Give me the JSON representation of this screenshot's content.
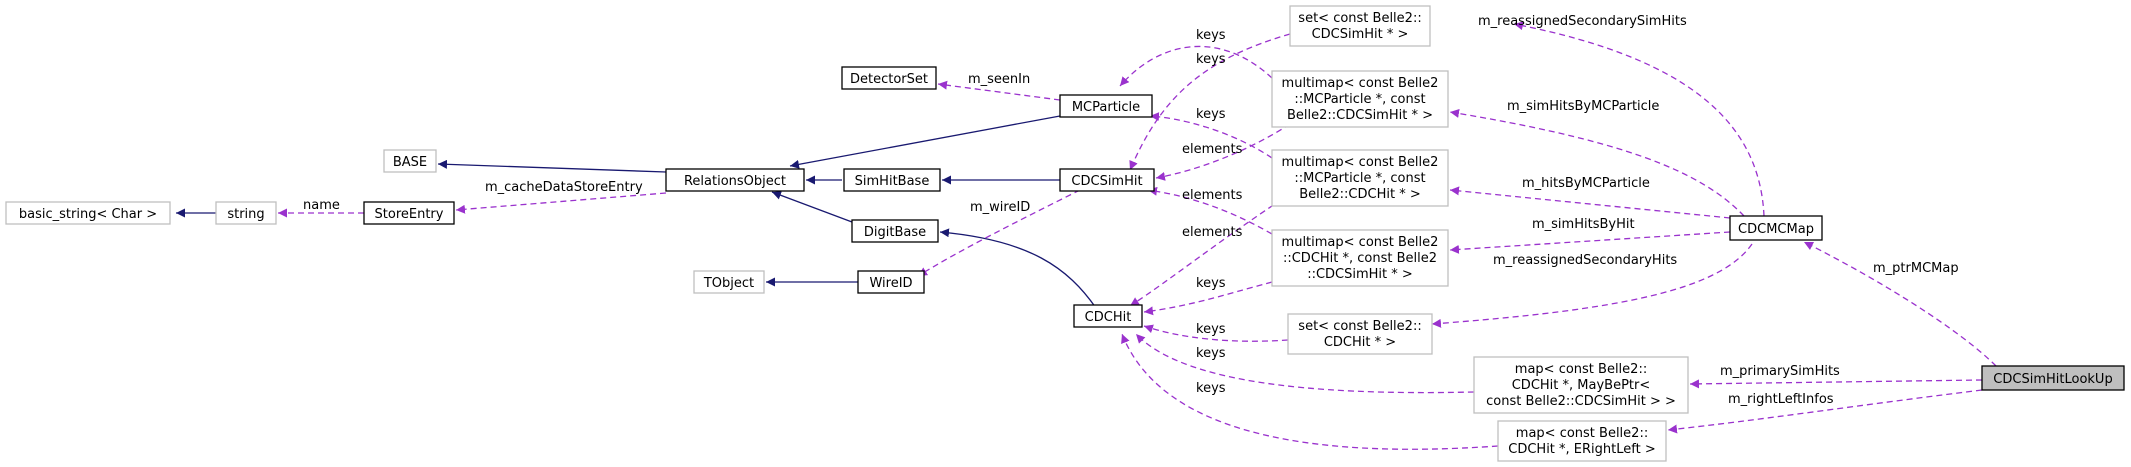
{
  "colors": {
    "inheritance": "#191970",
    "usage": "#9a32cd",
    "node_border_strong": "#000000",
    "node_border_light": "#bfbfbf",
    "highlight_fill": "#bfbfbf"
  },
  "nodes": {
    "basic_string": [
      "basic_string< Char >"
    ],
    "string": [
      "string"
    ],
    "store_entry": [
      "StoreEntry"
    ],
    "base": [
      "BASE"
    ],
    "relations_object": [
      "RelationsObject"
    ],
    "detector_set": [
      "DetectorSet"
    ],
    "mc_particle": [
      "MCParticle"
    ],
    "sim_hit_base": [
      "SimHitBase"
    ],
    "cdc_sim_hit": [
      "CDCSimHit"
    ],
    "digit_base": [
      "DigitBase"
    ],
    "tobject": [
      "TObject"
    ],
    "wire_id": [
      "WireID"
    ],
    "cdc_hit": [
      "CDCHit"
    ],
    "set_cdcsimhit": [
      "set< const Belle2::",
      "CDCSimHit * >"
    ],
    "multimap_mcp_simhit": [
      "multimap< const Belle2",
      "::MCParticle *, const",
      "Belle2::CDCSimHit * >"
    ],
    "multimap_mcp_hit": [
      "multimap< const Belle2",
      "::MCParticle *, const",
      "Belle2::CDCHit * >"
    ],
    "multimap_hit_simhit": [
      "multimap< const Belle2",
      "::CDCHit *, const Belle2",
      "::CDCSimHit * >"
    ],
    "set_cdchit": [
      "set< const Belle2::",
      "CDCHit * >"
    ],
    "map_maybeptr": [
      "map< const Belle2::",
      "CDCHit *, MayBePtr<",
      " const Belle2::CDCSimHit > >"
    ],
    "map_rightleft": [
      "map< const Belle2::",
      "CDCHit *, ERightLeft >"
    ],
    "cdc_mc_map": [
      "CDCMCMap"
    ],
    "cdc_simhit_lookup": [
      "CDCSimHitLookUp"
    ]
  },
  "edge_labels": {
    "name": "name",
    "m_cacheDataStoreEntry": "m_cacheDataStoreEntry",
    "m_seenIn": "m_seenIn",
    "m_wireID": "m_wireID",
    "keys": "keys",
    "elements": "elements",
    "m_reassignedSecondarySimHits": "m_reassignedSecondarySimHits",
    "m_simHitsByMCParticle": "m_simHitsByMCParticle",
    "m_hitsByMCParticle": "m_hitsByMCParticle",
    "m_simHitsByHit": "m_simHitsByHit",
    "m_reassignedSecondaryHits": "m_reassignedSecondaryHits",
    "m_ptrMCMap": "m_ptrMCMap",
    "m_primarySimHits": "m_primarySimHits",
    "m_rightLeftInfos": "m_rightLeftInfos"
  }
}
